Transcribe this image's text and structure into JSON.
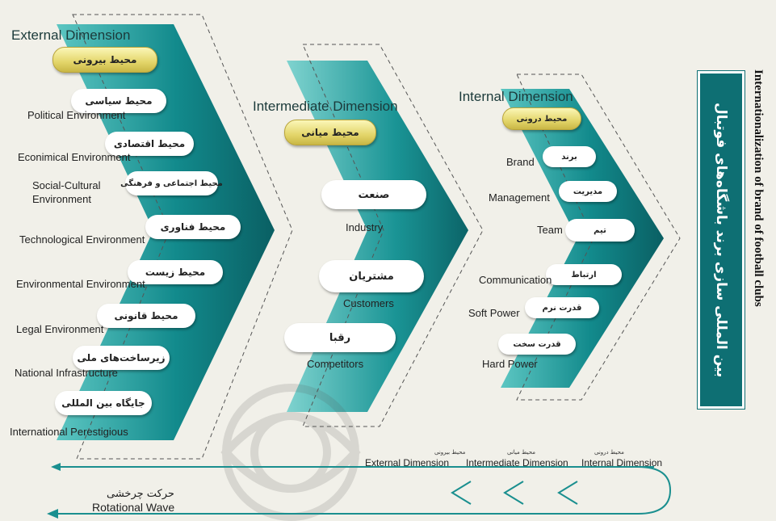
{
  "title": {
    "persian": "بین المللی سازی برند باشگاه‌های فوتبال",
    "english": "Internationalization of brand of football clubs"
  },
  "external": {
    "heading": "External Dimension",
    "badge": "محیط بیرونی",
    "items": [
      {
        "fa": "محیط سیاسی",
        "en": "Political Environment"
      },
      {
        "fa": "محیط اقتصادی",
        "en": "Econimical Environment"
      },
      {
        "fa": "محیط اجتماعی و فرهنگی",
        "en": "Social-Cultural Environment"
      },
      {
        "fa": "محیط فناوری",
        "en": "Technological Environment"
      },
      {
        "fa": "محیط زیست",
        "en": "Environmental Environment"
      },
      {
        "fa": "محیط قانونی",
        "en": "Legal Environment"
      },
      {
        "fa": "زیرساخت‌های ملی",
        "en": "National Infrastructure"
      },
      {
        "fa": "جایگاه بین المللی",
        "en": "International Perestigious"
      }
    ]
  },
  "intermediate": {
    "heading": "Intermediate Dimension",
    "badge": "محیط میانی",
    "items": [
      {
        "fa": "صنعت",
        "en": "Industry"
      },
      {
        "fa": "مشتریان",
        "en": "Customers"
      },
      {
        "fa": "رقبا",
        "en": "Competitors"
      }
    ]
  },
  "internal": {
    "heading": "Internal Dimension",
    "badge": "محیط درونی",
    "items": [
      {
        "fa": "برند",
        "en": "Brand"
      },
      {
        "fa": "مدیریت",
        "en": "Management"
      },
      {
        "fa": "تیم",
        "en": "Team"
      },
      {
        "fa": "ارتباط",
        "en": "Communication"
      },
      {
        "fa": "قدرت نرم",
        "en": "Soft Power"
      },
      {
        "fa": "قدرت سخت",
        "en": "Hard Power"
      }
    ]
  },
  "bottom": {
    "labels": [
      {
        "fa": "محیط بیرونی",
        "en": "External Dimension"
      },
      {
        "fa": "محیط میانی",
        "en": "Intermediate Dimension"
      },
      {
        "fa": "محیط درونی",
        "en": "Internal Dimension"
      }
    ],
    "wave_fa": "حرکت چرخشی",
    "wave_en": "Rotational Wave"
  },
  "colors": {
    "teal_dark": "#0e6f73",
    "teal_light": "#3fb8b5",
    "gold": "#e3d56a"
  }
}
